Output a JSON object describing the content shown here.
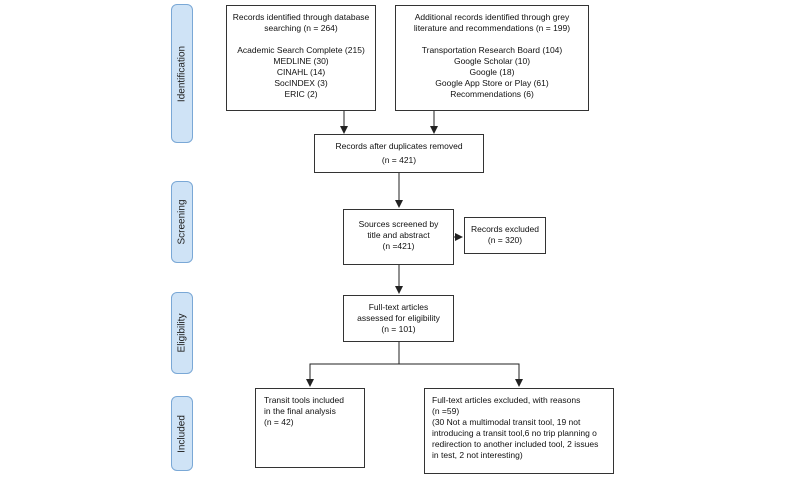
{
  "phases": {
    "identification": "Identification",
    "screening": "Screening",
    "eligibility": "Eligibility",
    "included": "Included"
  },
  "boxes": {
    "database_records": {
      "lines": [
        "Records identified through database",
        "searching (n = 264)",
        "",
        "Academic Search Complete (215)",
        "MEDLINE (30)",
        "CINAHL (14)",
        "SocINDEX (3)",
        "ERIC (2)"
      ]
    },
    "additional_records": {
      "lines": [
        "Additional records identified through grey",
        "literature and recommendations (n = 199)",
        "",
        "Transportation Research Board (104)",
        "Google Scholar (10)",
        "Google (18)",
        "Google App Store or Play (61)",
        "Recommendations (6)"
      ]
    },
    "after_duplicates": {
      "lines": [
        "Records after duplicates removed",
        "",
        "(n = 421)"
      ]
    },
    "screened": {
      "lines": [
        "Sources screened by",
        "title and abstract",
        "(n =421)"
      ]
    },
    "excluded": {
      "lines": [
        "Records excluded",
        "(n = 320)"
      ]
    },
    "full_text": {
      "lines": [
        "Full-text articles",
        "assessed for eligibility",
        "(n = 101)"
      ]
    },
    "included": {
      "lines": [
        "Transit tools included",
        "in the final analysis",
        "(n = 42)"
      ]
    },
    "full_text_excluded": {
      "lines": [
        "Full-text articles excluded, with reasons",
        "(n =59)",
        "(30 Not a multimodal transit tool, 19 not",
        "introducing a transit tool,6 no trip planning o",
        "redirection to another included tool, 2 issues",
        "in test, 2 not interesting)"
      ]
    }
  },
  "colors": {
    "phase_fill": "#cfe3f6",
    "phase_border": "#7aa8d6",
    "box_border": "#333333",
    "arrow": "#222222"
  }
}
